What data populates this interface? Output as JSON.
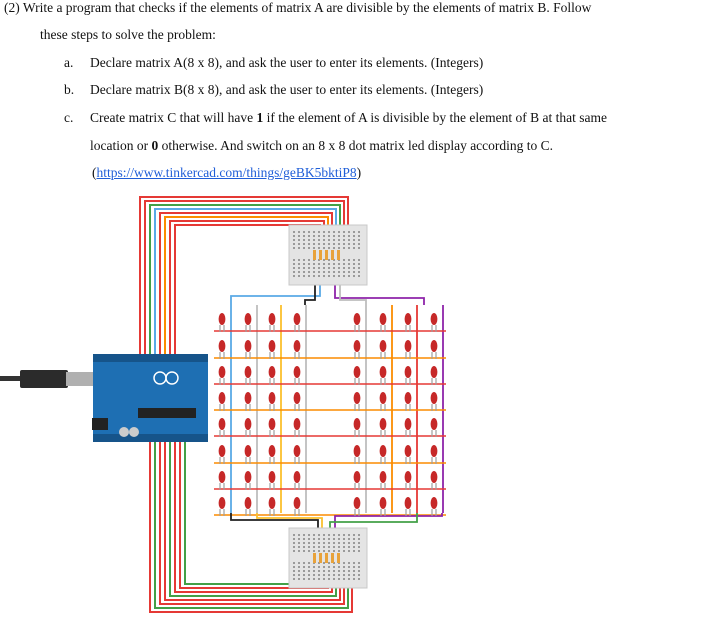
{
  "question": {
    "line1": "(2) Write a program that checks if the elements of matrix A are divisible by the elements of matrix B. Follow",
    "line2": "these steps to solve the problem:"
  },
  "steps": [
    {
      "letter": "a.",
      "text": "Declare matrix A(8 x 8), and ask the user to enter its elements. (Integers)"
    },
    {
      "letter": "b.",
      "text": "Declare matrix B(8 x 8), and ask the user to enter its elements. (Integers)"
    }
  ],
  "step_c": {
    "letter": "c.",
    "pre": "Create matrix C that will have ",
    "one": "1",
    "mid": " if the element of A is divisible by the element of B at that same",
    "line2_pre": "location or ",
    "zero": "0",
    "line2_post": " otherwise. And switch on an 8 x 8 dot matrix led display according to C."
  },
  "link": {
    "open": "(",
    "text": "https://www.tinkercad.com/things/geBK5bktiP8",
    "close": ")"
  },
  "circuit": {
    "rows": 8,
    "cols": 8,
    "colors": {
      "led": "#c62828",
      "led_leg": "#9e9e9e",
      "board": "#1e6fb3",
      "breadboard": "#e4e4e4",
      "wire_red": "#e53935",
      "wire_green": "#43a047",
      "wire_blue": "#5aa9e6",
      "wire_orange": "#fb8c00",
      "wire_yellow": "#fbc02d",
      "wire_purple": "#8e24aa",
      "wire_black": "#212121",
      "wire_gray": "#bdbdbd"
    }
  }
}
